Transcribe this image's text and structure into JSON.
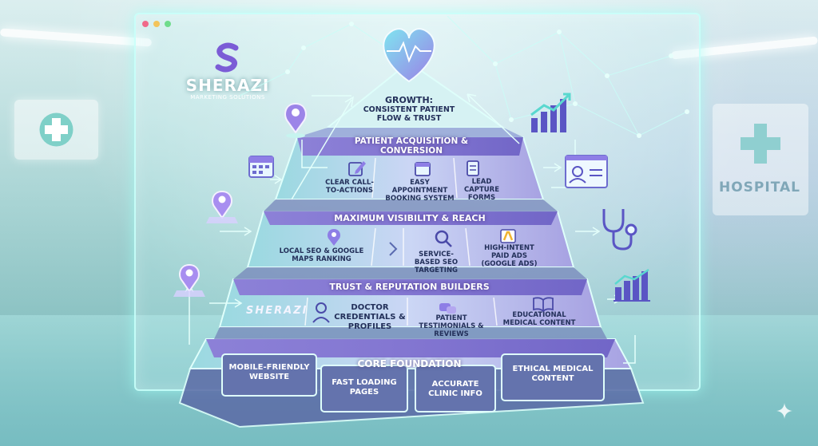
{
  "brand": {
    "name": "SHERAZI",
    "tagline": "MARKETING SOLUTIONS",
    "watermark": "SHERAZI"
  },
  "background": {
    "sign_text": "HOSPITAL"
  },
  "pyramid": {
    "top": {
      "title": "GROWTH:",
      "subtitle": "CONSISTENT PATIENT FLOW & TRUST"
    },
    "tiers": [
      {
        "title": "PATIENT ACQUISITION & CONVERSION",
        "items": [
          "CLEAR CALL-TO-ACTIONS",
          "EASY APPOINTMENT BOOKING SYSTEM",
          "LEAD CAPTURE FORMS"
        ]
      },
      {
        "title": "MAXIMUM VISIBILITY & REACH",
        "items": [
          "LOCAL SEO & GOOGLE MAPS RANKING",
          "SERVICE-BASED SEO TARGETING",
          "HIGH-INTENT PAID ADS (Google Ads)"
        ]
      },
      {
        "title": "TRUST & REPUTATION BUILDERS",
        "items": [
          "DOCTOR CREDENTIALS & PROFILES",
          "PATIENT TESTIMONIALS & REVIEWS",
          "EDUCATIONAL MEDICAL CONTENT"
        ]
      },
      {
        "title": "CORE FOUNDATION",
        "items": [
          "MOBILE-FRIENDLY WEBSITE",
          "FAST LOADING PAGES",
          "ACCURATE CLINIC INFO",
          "ETHICAL MEDICAL CONTENT"
        ]
      }
    ]
  },
  "icons": {
    "left": [
      "map-pin-icon",
      "calendar-icon",
      "map-pin-icon",
      "map-pin-icon"
    ],
    "right": [
      "growth-chart-icon",
      "profile-card-icon",
      "stethoscope-icon",
      "bar-chart-icon"
    ]
  },
  "colors": {
    "accent_teal": "#5fe0d6",
    "accent_purple": "#8a6fd6",
    "dark_text": "#23305a"
  }
}
